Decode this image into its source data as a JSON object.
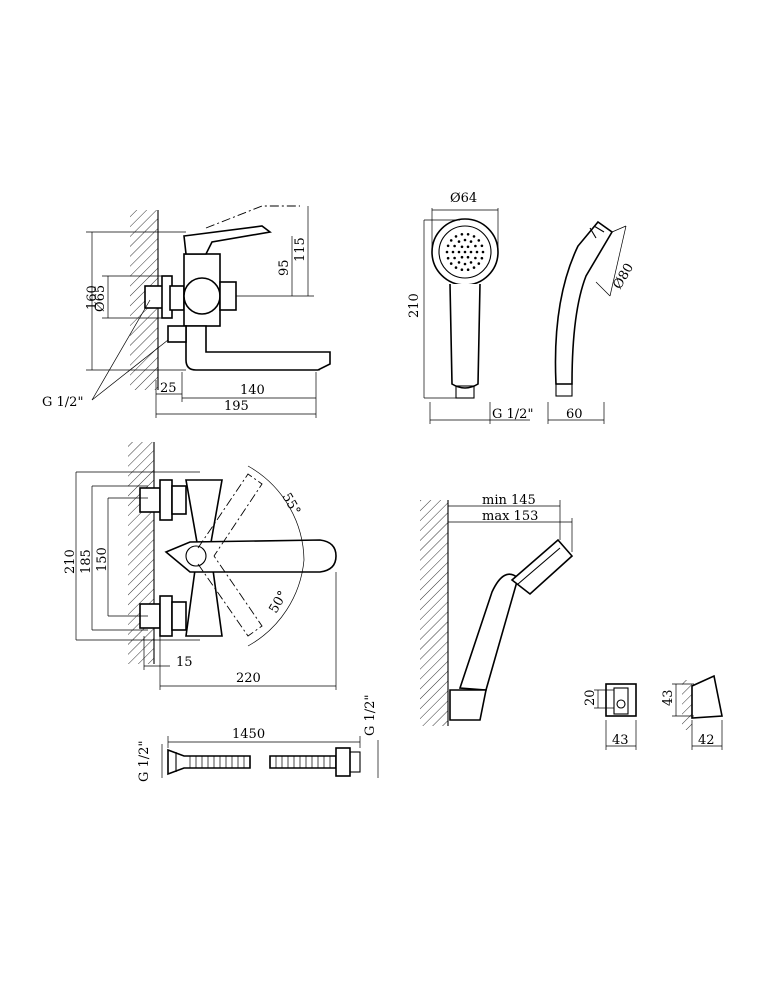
{
  "labels": {
    "faucet_top": {
      "d160": "160",
      "d65": "Ø65",
      "d95": "95",
      "d115": "115",
      "d25": "25",
      "d140": "140",
      "d195": "195",
      "thread": "G 1/2\""
    },
    "shower_head": {
      "d64": "Ø64",
      "d210": "210",
      "thread": "G 1/2\"",
      "d80": "Ø80",
      "d60": "60"
    },
    "faucet_plan": {
      "d210": "210",
      "d185": "185",
      "d150": "150",
      "a55": "55°",
      "a50": "50°",
      "d15": "15",
      "d220": "220"
    },
    "holder_side": {
      "min": "min 145",
      "max": "max 153"
    },
    "bracket": {
      "d20": "20",
      "d43a": "43",
      "d43b": "43",
      "d42": "42"
    },
    "hose": {
      "d1450": "1450",
      "thread_left": "G 1/2\"",
      "thread_right": "G 1/2\""
    }
  },
  "icons": [
    "wall-hatch",
    "shower-spray-holes"
  ]
}
